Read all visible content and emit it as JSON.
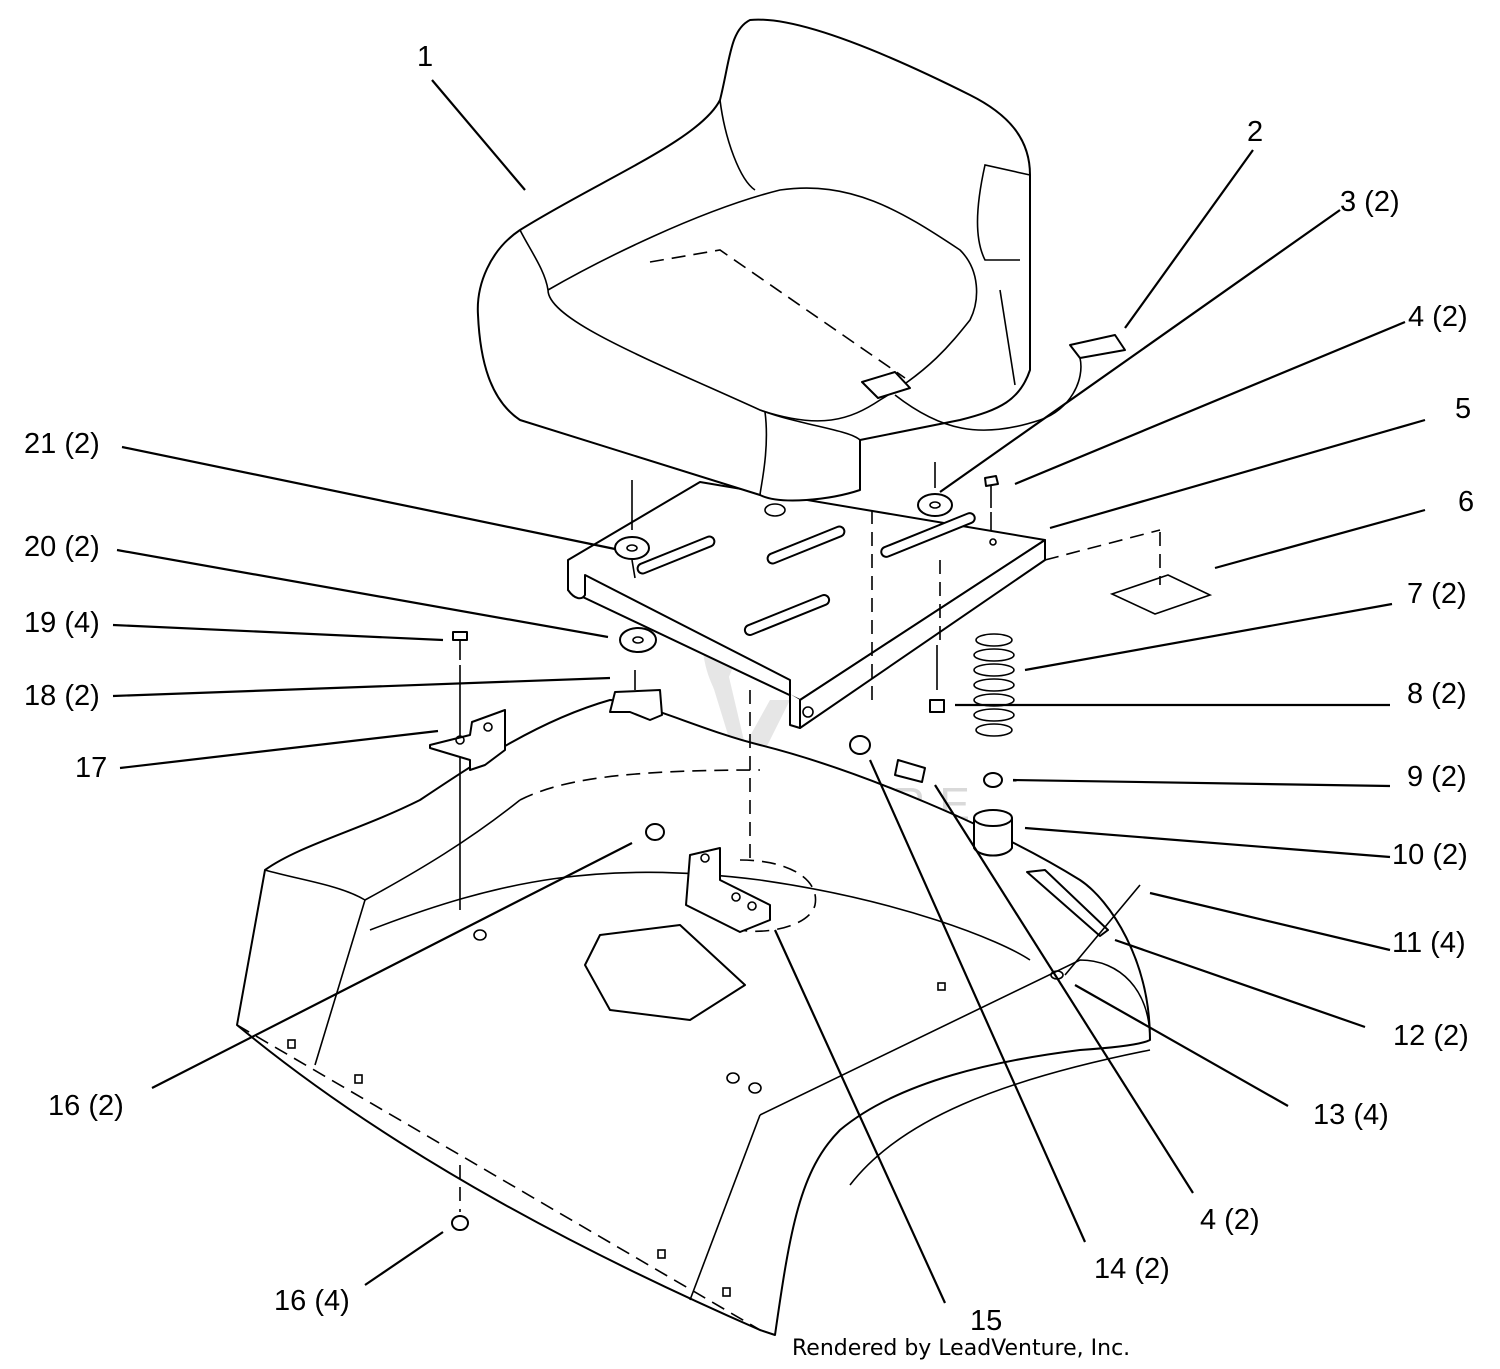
{
  "callouts": [
    {
      "label": "1"
    },
    {
      "label": "2"
    },
    {
      "label": "3 (2)"
    },
    {
      "label": "4 (2)"
    },
    {
      "label": "5"
    },
    {
      "label": "6"
    },
    {
      "label": "7 (2)"
    },
    {
      "label": "8 (2)"
    },
    {
      "label": "9 (2)"
    },
    {
      "label": "10 (2)"
    },
    {
      "label": "11 (4)"
    },
    {
      "label": "12 (2)"
    },
    {
      "label": "13 (4)"
    },
    {
      "label": "4 (2)"
    },
    {
      "label": "14 (2)"
    },
    {
      "label": "15"
    },
    {
      "label": "16 (4)"
    },
    {
      "label": "16 (2)"
    },
    {
      "label": "17"
    },
    {
      "label": "18 (2)"
    },
    {
      "label": "19 (4)"
    },
    {
      "label": "20 (2)"
    },
    {
      "label": "21 (2)"
    }
  ],
  "watermark": "LEADVENTURE",
  "footer": "Rendered by LeadVenture, Inc."
}
